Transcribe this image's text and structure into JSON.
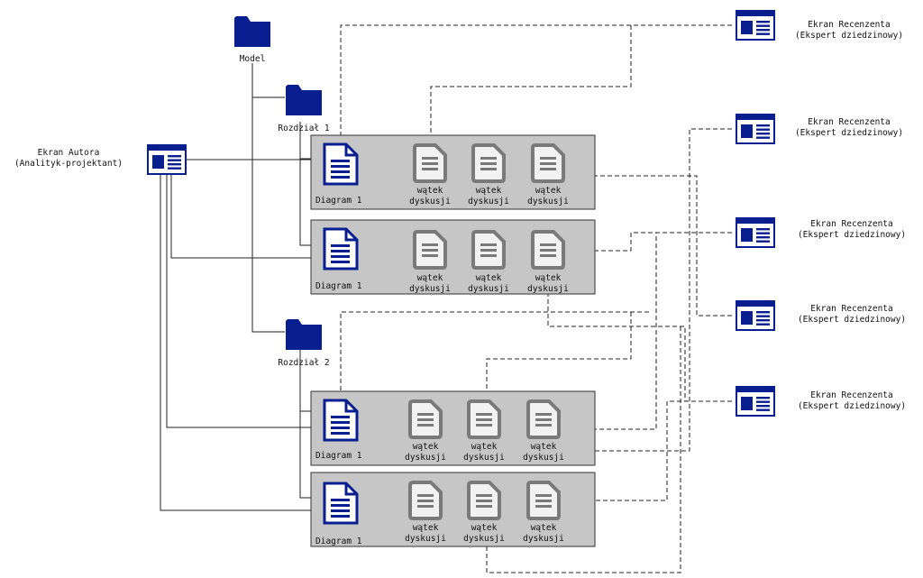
{
  "folders": {
    "model": "Model",
    "chapter1": "Rozdział 1",
    "chapter2": "Rozdział 2"
  },
  "author": {
    "line1": "Ekran Autora",
    "line2": "(Analityk-projektant)"
  },
  "reviewers": [
    {
      "line1": "Ekran Recenzenta",
      "line2": "(Ekspert dziedzinowy)"
    },
    {
      "line1": "Ekran Recenzenta",
      "line2": "(Ekspert dziedzinowy)"
    },
    {
      "line1": "Ekran Recenzenta",
      "line2": "(Ekspert dziedzinowy)"
    },
    {
      "line1": "Ekran Recenzenta",
      "line2": "(Ekspert dziedzinowy)"
    },
    {
      "line1": "Ekran Recenzenta",
      "line2": "(Ekspert dziedzinowy)"
    }
  ],
  "diagrams": [
    {
      "label": "Diagram 1",
      "threads": [
        {
          "line1": "wątek",
          "line2": "dyskusji"
        },
        {
          "line1": "wątek",
          "line2": "dyskusji"
        },
        {
          "line1": "wątek",
          "line2": "dyskusji"
        }
      ]
    },
    {
      "label": "Diagram 1",
      "threads": [
        {
          "line1": "wątek",
          "line2": "dyskusji"
        },
        {
          "line1": "wątek",
          "line2": "dyskusji"
        },
        {
          "line1": "wątek",
          "line2": "dyskusji"
        }
      ]
    },
    {
      "label": "Diagram 1",
      "threads": [
        {
          "line1": "wątek",
          "line2": "dyskusji"
        },
        {
          "line1": "wątek",
          "line2": "dyskusji"
        },
        {
          "line1": "wątek",
          "line2": "dyskusji"
        }
      ]
    },
    {
      "label": "Diagram 1",
      "threads": [
        {
          "line1": "wątek",
          "line2": "dyskusji"
        },
        {
          "line1": "wątek",
          "line2": "dyskusji"
        },
        {
          "line1": "wątek",
          "line2": "dyskusji"
        }
      ]
    }
  ],
  "colors": {
    "icon_blue": "#0a1f8f",
    "thread_gray": "#7a7a7a",
    "panel_gray": "#c6c6c6"
  }
}
